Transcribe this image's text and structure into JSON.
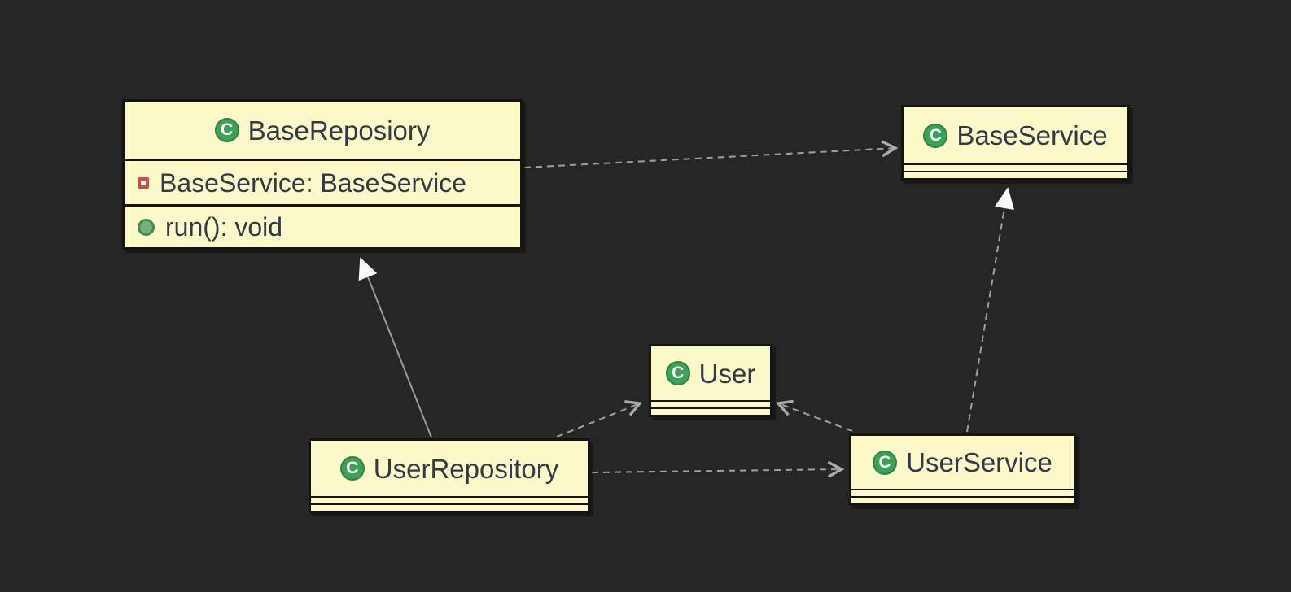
{
  "diagram": {
    "type": "uml-class-diagram",
    "class_icon": {
      "letter": "C"
    },
    "classes": [
      {
        "name": "BaseReposiory",
        "fields": [
          {
            "text": "BaseService: BaseService"
          }
        ],
        "methods": [
          {
            "text": "run(): void"
          }
        ]
      },
      {
        "name": "BaseService",
        "fields": [],
        "methods": []
      },
      {
        "name": "User",
        "fields": [],
        "methods": []
      },
      {
        "name": "UserRepository",
        "fields": [],
        "methods": []
      },
      {
        "name": "UserService",
        "fields": [],
        "methods": []
      }
    ],
    "relations": [
      {
        "from": "BaseReposiory",
        "to": "BaseService",
        "type": "dependency",
        "line": "dashed",
        "arrowhead": "open"
      },
      {
        "from": "UserRepository",
        "to": "BaseReposiory",
        "type": "inheritance",
        "line": "solid",
        "arrowhead": "white-triangle"
      },
      {
        "from": "UserService",
        "to": "BaseService",
        "type": "realization",
        "line": "dashed",
        "arrowhead": "white-triangle"
      },
      {
        "from": "UserRepository",
        "to": "User",
        "type": "dependency",
        "line": "dashed",
        "arrowhead": "open"
      },
      {
        "from": "UserService",
        "to": "User",
        "type": "dependency",
        "line": "dashed",
        "arrowhead": "open"
      },
      {
        "from": "UserRepository",
        "to": "UserService",
        "type": "dependency",
        "line": "dashed",
        "arrowhead": "open"
      }
    ],
    "colors": {
      "background": "#262626",
      "node_fill": "#FBF8C9",
      "node_border": "#141414",
      "text": "#333947",
      "class_icon_green": "#3FA057",
      "field_icon_red": "#C9514D",
      "method_icon_green": "#3D9050",
      "edge_gray": "#A0A0A0",
      "arrow_triangle_white": "#FAFAFA"
    }
  }
}
